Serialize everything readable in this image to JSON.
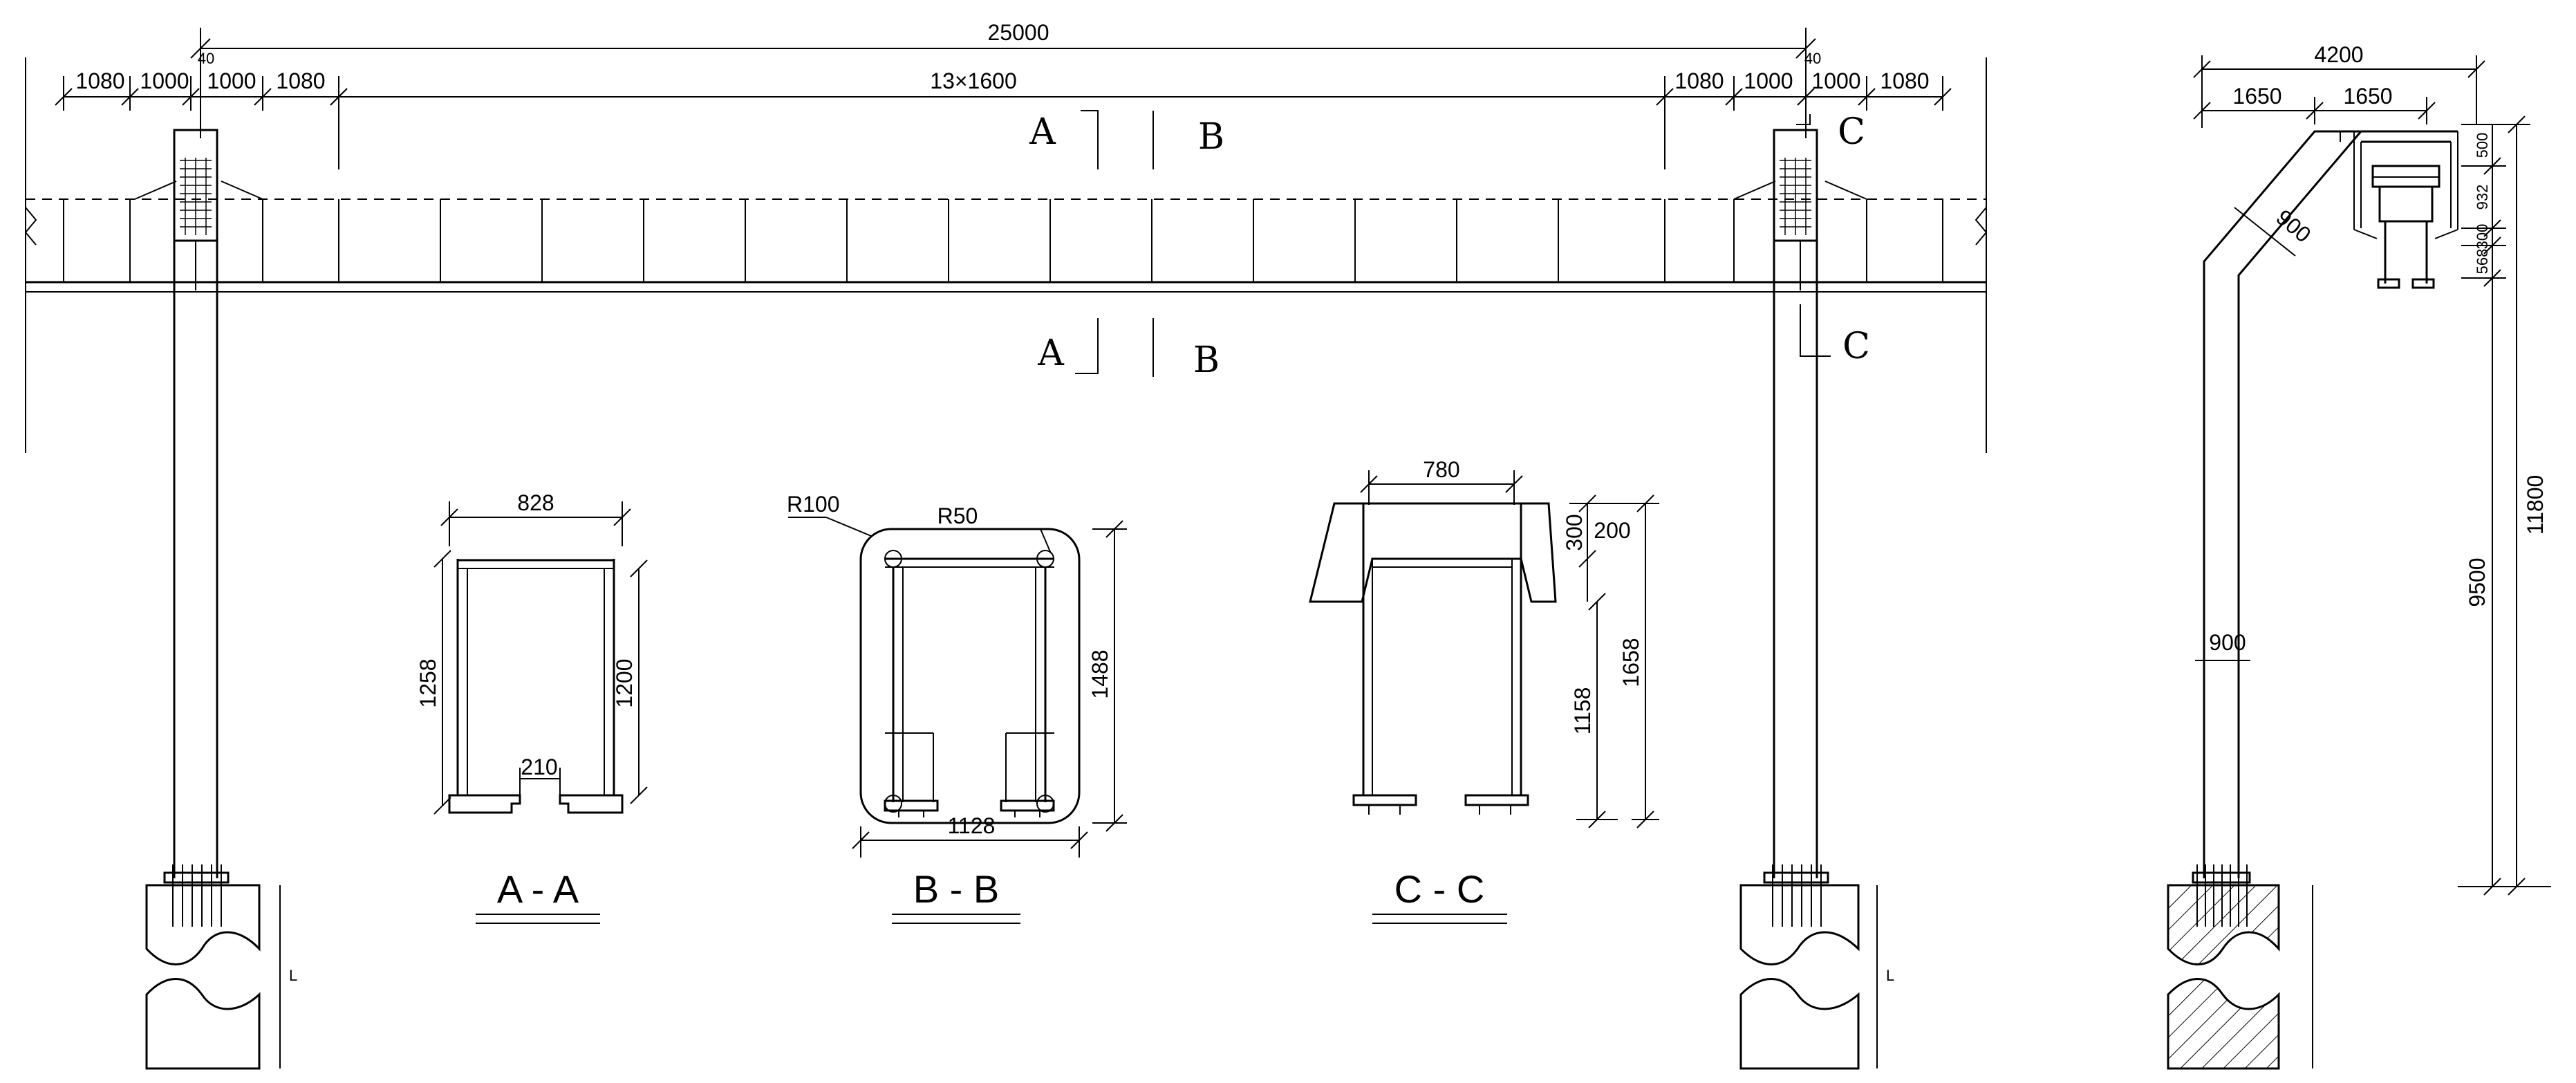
{
  "elevation": {
    "total_span": "25000",
    "bay_spec": "13×1600",
    "top_left_dims": [
      "1080",
      "1000",
      "1000",
      "1080"
    ],
    "top_right_dims": [
      "1080",
      "1000",
      "1000",
      "1080"
    ],
    "offset_left": "40",
    "offset_right": "40",
    "cut_labels": [
      "A",
      "B",
      "C"
    ],
    "foundation_mark": "L"
  },
  "sections": {
    "aa": {
      "title": "A - A",
      "width": "828",
      "left_height": "1258",
      "right_height": "1200",
      "gap": "210"
    },
    "bb": {
      "title": "B - B",
      "outer_radius": "R100",
      "inner_radius": "R50",
      "bottom_width": "1128",
      "height": "1488"
    },
    "cc": {
      "title": "C - C",
      "top_width": "780",
      "h_300": "300",
      "h_200": "200",
      "h_1158": "1158",
      "h_1658": "1658"
    }
  },
  "side_view": {
    "total_width": "4200",
    "half_left": "1650",
    "half_right": "1650",
    "bend_width": "900",
    "column_width": "900",
    "h_500": "500",
    "h_932": "932",
    "h_300": "300",
    "h_568": "568",
    "column_height": "9500",
    "total_height": "11800"
  },
  "colors": {
    "line": "#000000",
    "background": "#ffffff"
  }
}
